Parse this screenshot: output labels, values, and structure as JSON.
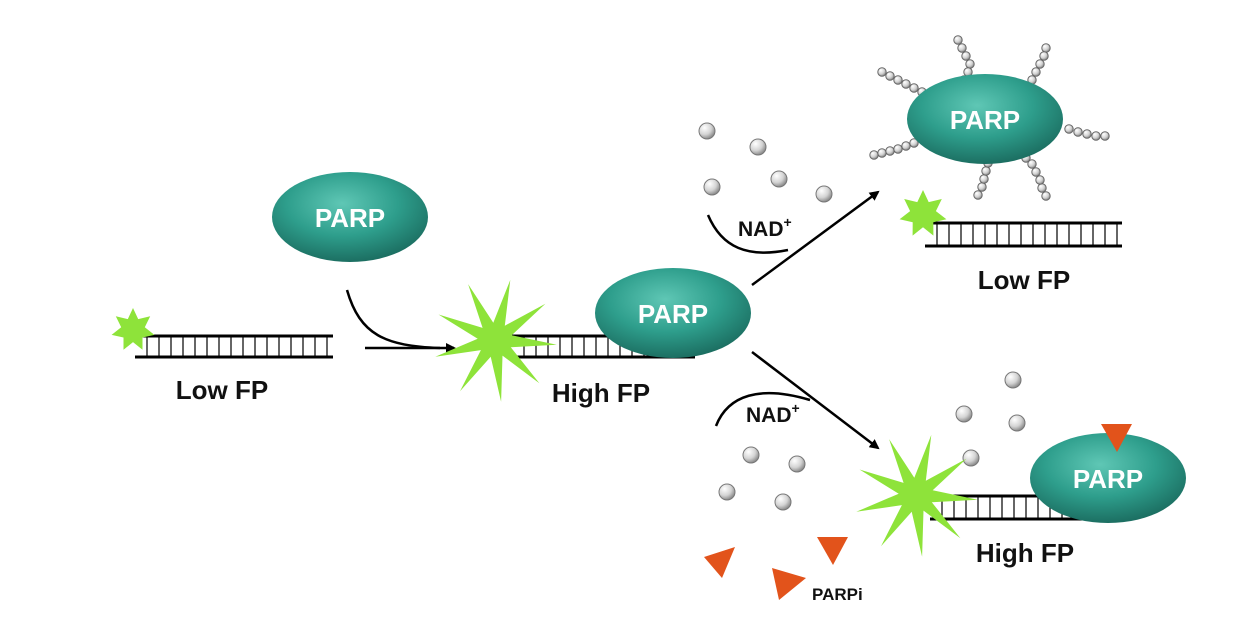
{
  "labels": {
    "low_fp_left": "Low FP",
    "high_fp_center": "High FP",
    "low_fp_top_right": "Low FP",
    "high_fp_bottom_right": "High FP",
    "nad_top": "NAD",
    "nad_top_sup": "+",
    "nad_bottom": "NAD",
    "nad_bottom_sup": "+",
    "parpi": "PARPi"
  },
  "parp": {
    "free": "PARP",
    "bound_center": "PARP",
    "modified_top": "PARP",
    "inhibited_bottom": "PARP"
  },
  "colors": {
    "parp_fill": "#2e9e8c",
    "parp_dark": "#1f6f63",
    "star": "#8ee33a",
    "inhibitor": "#e2531b",
    "nad_bead": "#d0d0d0",
    "line": "#000000"
  }
}
